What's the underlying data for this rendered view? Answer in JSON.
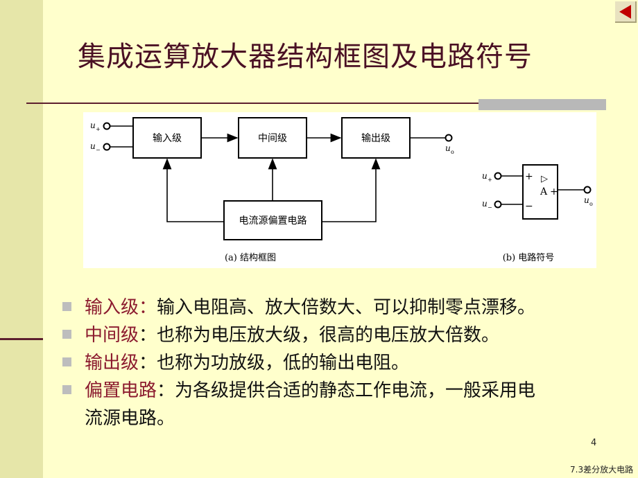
{
  "title": "集成运算放大器结构框图及电路符号",
  "diagram": {
    "block_diagram": {
      "input_plus": "u",
      "input_plus_sub": "+",
      "input_minus": "u",
      "input_minus_sub": "−",
      "stage_input": "输入级",
      "stage_middle": "中间级",
      "stage_output": "输出级",
      "bias": "电流源偏置电路",
      "output": "u",
      "output_sub": "o",
      "caption": "(a) 结构框图"
    },
    "symbol": {
      "input_plus": "u",
      "input_plus_sub": "+",
      "input_minus": "u",
      "input_minus_sub": "−",
      "plus_sign": "+",
      "minus_sign": "−",
      "triangle": "▷",
      "gain": "A",
      "gain_sign": "+",
      "output": "u",
      "output_sub": "o",
      "caption": "(b) 电路符号"
    }
  },
  "bullets": [
    {
      "term": "输入级",
      "sep": "：",
      "text": "输入电阻高、放大倍数大、可以抑制零点漂移。"
    },
    {
      "term": "中间级",
      "sep": "：",
      "text": "也称为电压放大级，很高的电压放大倍数。"
    },
    {
      "term": "输出级",
      "sep": "：",
      "text": "也称为功放级，低的输出电阻。"
    },
    {
      "term": "偏置电路",
      "sep": "：",
      "text": "为各级提供合适的静态工作电流，一般采用电",
      "text2": "流源电路。"
    }
  ],
  "page_number": "4",
  "footer": "7.3差分放大电路",
  "colors": {
    "background": "#ffffcc",
    "left_band": "#e6e6a9",
    "title": "#4a1024",
    "term": "#8b1a2e",
    "rule": "#5c1f2e"
  },
  "icons": {
    "nav": "back-triangle-icon"
  }
}
